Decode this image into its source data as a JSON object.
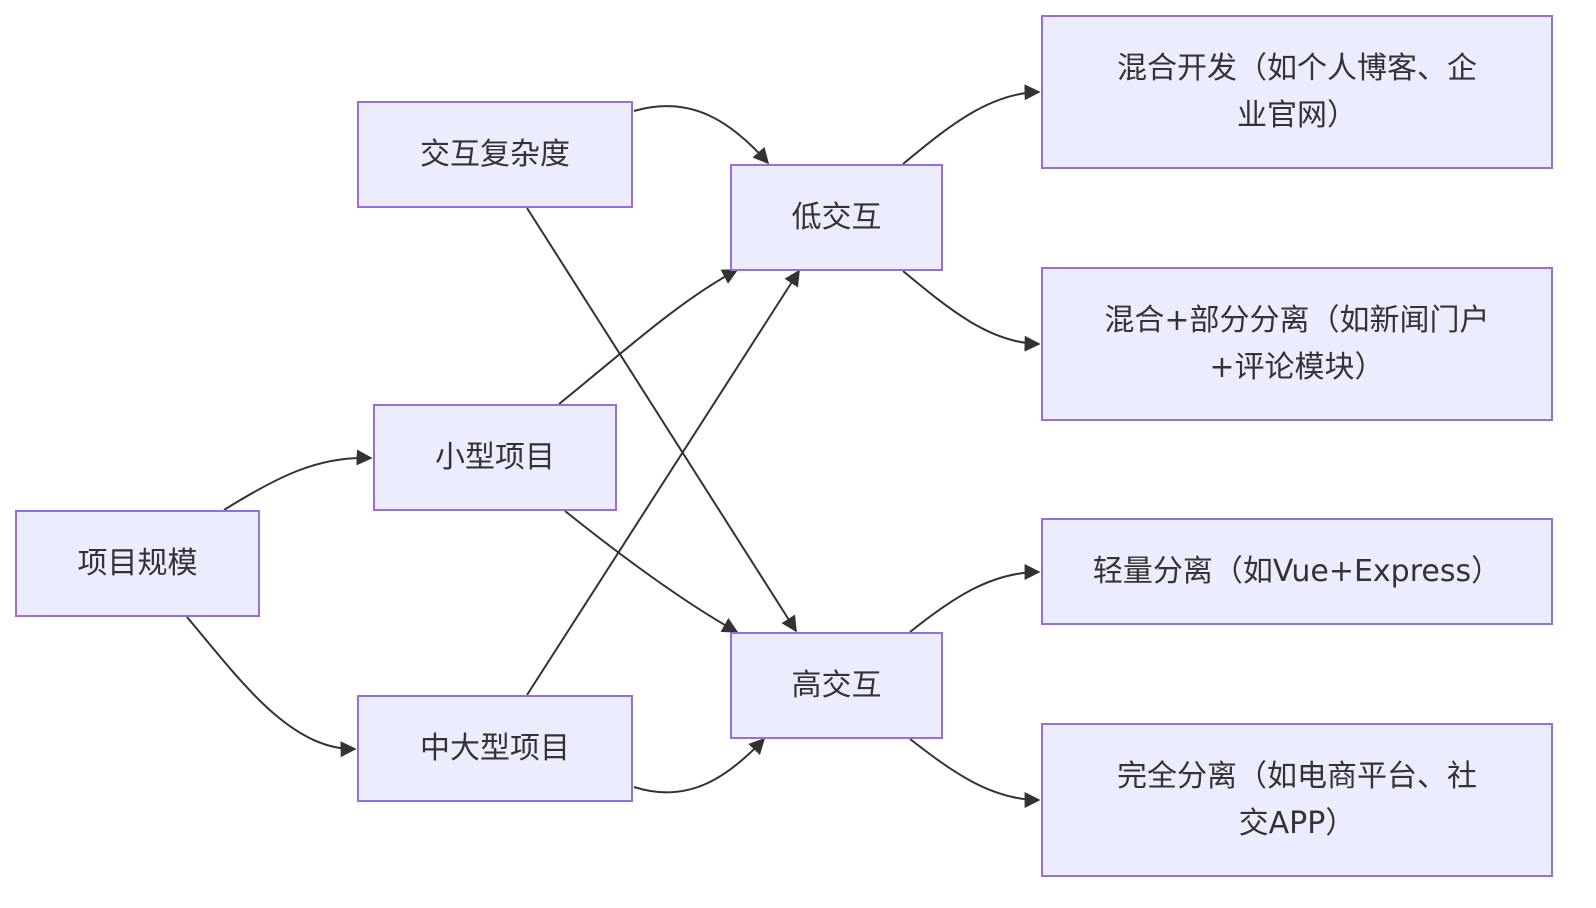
{
  "nodes": {
    "project_scale": "项目规模",
    "interaction_complexity": "交互复杂度",
    "small_project": "小型项目",
    "medium_large_project": "中大型项目",
    "low_interaction": "低交互",
    "high_interaction": "高交互",
    "hybrid_dev": "混合开发（如个人博客、企业官网）",
    "hybrid_partial_separation": "混合+部分分离（如新闻门户+评论模块）",
    "light_separation": "轻量分离（如Vue+Express）",
    "full_separation": "完全分离（如电商平台、社交APP）"
  },
  "edges": [
    {
      "from": "project_scale",
      "to": "small_project"
    },
    {
      "from": "project_scale",
      "to": "medium_large_project"
    },
    {
      "from": "interaction_complexity",
      "to": "low_interaction"
    },
    {
      "from": "interaction_complexity",
      "to": "high_interaction"
    },
    {
      "from": "small_project",
      "to": "low_interaction"
    },
    {
      "from": "small_project",
      "to": "high_interaction"
    },
    {
      "from": "medium_large_project",
      "to": "low_interaction"
    },
    {
      "from": "medium_large_project",
      "to": "high_interaction"
    },
    {
      "from": "low_interaction",
      "to": "hybrid_dev"
    },
    {
      "from": "low_interaction",
      "to": "hybrid_partial_separation"
    },
    {
      "from": "high_interaction",
      "to": "light_separation"
    },
    {
      "from": "high_interaction",
      "to": "full_separation"
    }
  ],
  "colors": {
    "node_fill": "#ececff",
    "node_border": "#9370db",
    "text": "#333333",
    "edge": "#333333"
  }
}
